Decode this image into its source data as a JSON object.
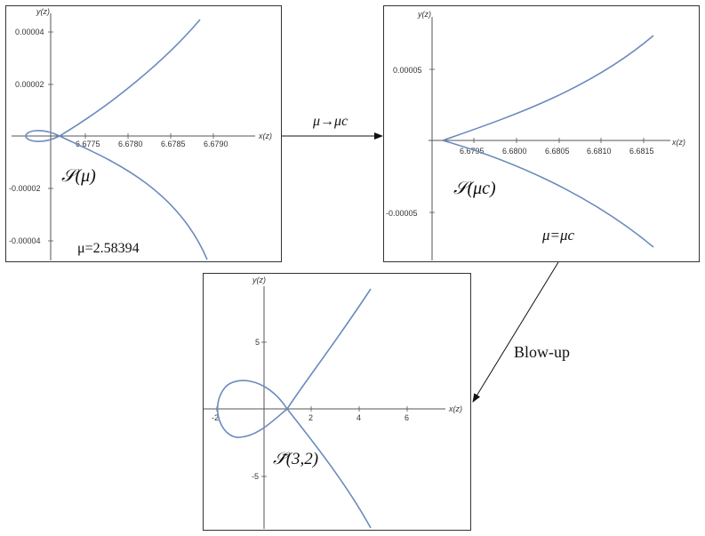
{
  "panel1": {
    "axis_x_label": "x(z)",
    "axis_y_label": "y(z)",
    "x_ticks": [
      "6.6775",
      "6.6780",
      "6.6785",
      "6.6790"
    ],
    "y_ticks": [
      "0.00004",
      "0.00002",
      "-0.00002",
      "-0.00004"
    ],
    "curve_label": "𝒮(μ)",
    "param_label": "μ=2.58394"
  },
  "arrow1": {
    "label": "μ→μc"
  },
  "panel2": {
    "axis_x_label": "x(z)",
    "axis_y_label": "y(z)",
    "x_ticks": [
      "6.6795",
      "6.6800",
      "6.6805",
      "6.6810",
      "6.6815"
    ],
    "y_ticks": [
      "0.00005",
      "-0.00005"
    ],
    "curve_label": "𝒮(μc)",
    "param_label": "μ=μc"
  },
  "arrow2": {
    "label": "Blow-up"
  },
  "panel3": {
    "axis_x_label": "x(z)",
    "axis_y_label": "y(z)",
    "x_ticks": [
      "-2",
      "2",
      "4",
      "6"
    ],
    "y_ticks": [
      "5",
      "-5"
    ],
    "curve_label": "𝒮̃(3,2)"
  },
  "colors": {
    "curve": "#6a8bbd",
    "axis": "#555555",
    "border": "#333333"
  }
}
